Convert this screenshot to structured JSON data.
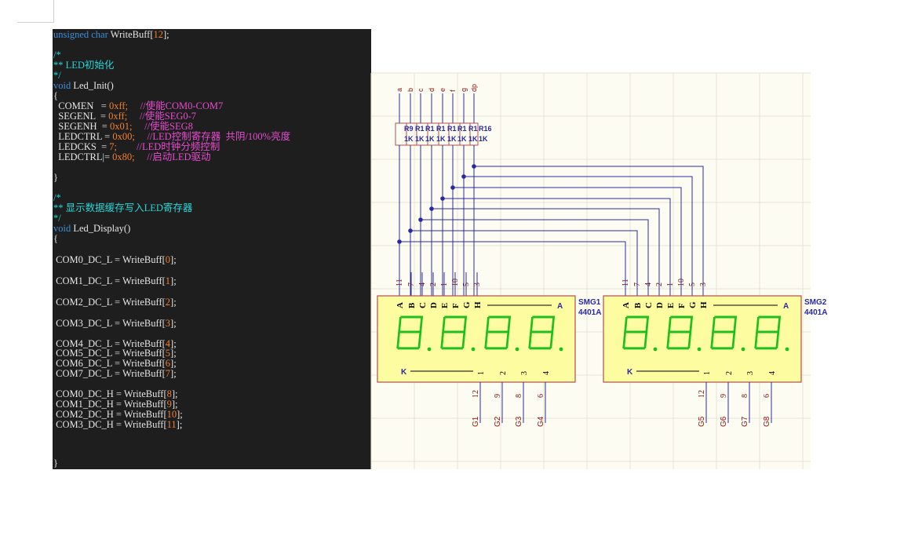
{
  "code": {
    "decl": {
      "kw": "unsigned char",
      "name": " WriteBuff[",
      "num": "12",
      "end": "];"
    },
    "init_comment": {
      "open": "/*",
      "text": "** LED初始化",
      "close": "*/"
    },
    "init_sig": {
      "kw": "void",
      "name": " Led_Init()"
    },
    "brace_open": "{",
    "brace_close": "}",
    "init_lines": [
      {
        "lhs": "  COMEN   = ",
        "val": "0xff;",
        "pad": "     ",
        "comment": "//使能COM0-COM7"
      },
      {
        "lhs": "  SEGENL  = ",
        "val": "0xff;",
        "pad": "     ",
        "comment": "//使能SEG0-7"
      },
      {
        "lhs": "  SEGENH  = ",
        "val": "0x01;",
        "pad": "     ",
        "comment": "//使能SEG8"
      },
      {
        "lhs": "  LEDCTRL = ",
        "val": "0x00;",
        "pad": "     ",
        "comment": "//LED控制寄存器  共阴/100%亮度"
      },
      {
        "lhs": "  LEDCKS  = ",
        "val": "7;",
        "pad": "        ",
        "comment": "//LED时钟分频控制"
      },
      {
        "lhs": "  LEDCTRL|= ",
        "val": "0x80;",
        "pad": "     ",
        "comment": "//启动LED驱动"
      }
    ],
    "disp_comment": {
      "open": "/*",
      "text": "** 显示数据缓存写入LED寄存器",
      "close": "*/"
    },
    "disp_sig": {
      "kw": "void",
      "name": " Led_Display()"
    },
    "disp_lines": [
      {
        "lhs": " COM0_DC_L = WriteBuff[",
        "num": "0",
        "end": "];"
      },
      {
        "lhs": " COM1_DC_L = WriteBuff[",
        "num": "1",
        "end": "];"
      },
      {
        "lhs": " COM2_DC_L = WriteBuff[",
        "num": "2",
        "end": "];"
      },
      {
        "lhs": " COM3_DC_L = WriteBuff[",
        "num": "3",
        "end": "];"
      },
      {
        "lhs": " COM4_DC_L = WriteBuff[",
        "num": "4",
        "end": "];"
      },
      {
        "lhs": " COM5_DC_L = WriteBuff[",
        "num": "5",
        "end": "];"
      },
      {
        "lhs": " COM6_DC_L = WriteBuff[",
        "num": "6",
        "end": "];"
      },
      {
        "lhs": " COM7_DC_L = WriteBuff[",
        "num": "7",
        "end": "];"
      },
      {
        "lhs": " COM0_DC_H = WriteBuff[",
        "num": "8",
        "end": "];"
      },
      {
        "lhs": " COM1_DC_H = WriteBuff[",
        "num": "9",
        "end": "];"
      },
      {
        "lhs": " COM2_DC_H = WriteBuff[",
        "num": "10",
        "end": "];"
      },
      {
        "lhs": " COM3_DC_H = WriteBuff[",
        "num": "11",
        "end": "];"
      }
    ]
  },
  "schematic": {
    "segment_nets": [
      "a",
      "b",
      "c",
      "d",
      "e",
      "f",
      "g",
      "dp"
    ],
    "resistor_refs": [
      "R9",
      "R1",
      "R1",
      "R1",
      "R1",
      "R1",
      "R1",
      "R16"
    ],
    "resistor_value": "1K",
    "segment_pin_numbers": [
      "11",
      "7",
      "4",
      "2",
      "1",
      "10",
      "5",
      "3"
    ],
    "segment_pin_letters": [
      "A",
      "B",
      "C",
      "D",
      "E",
      "F",
      "G",
      "H"
    ],
    "anode_label": "A",
    "cathode_label": "K",
    "digit_pin_labels": [
      "1",
      "2",
      "3",
      "4"
    ],
    "displays": [
      {
        "ref": "SMG1",
        "part": "4401A",
        "common_pins": [
          "12",
          "9",
          "8",
          "6"
        ],
        "common_nets": [
          "G1",
          "G2",
          "G3",
          "G4"
        ]
      },
      {
        "ref": "SMG2",
        "part": "4401A",
        "common_pins": [
          "12",
          "9",
          "8",
          "6"
        ],
        "common_nets": [
          "G5",
          "G6",
          "G7",
          "G8"
        ]
      }
    ],
    "colors": {
      "body": "#fdfca0",
      "outline": "#b05050",
      "wire": "#2a2aa0",
      "led": "#1fbf1f",
      "pin_text": "#7a1010",
      "net_text": "#901010",
      "grid": "#e6e3d0"
    }
  }
}
